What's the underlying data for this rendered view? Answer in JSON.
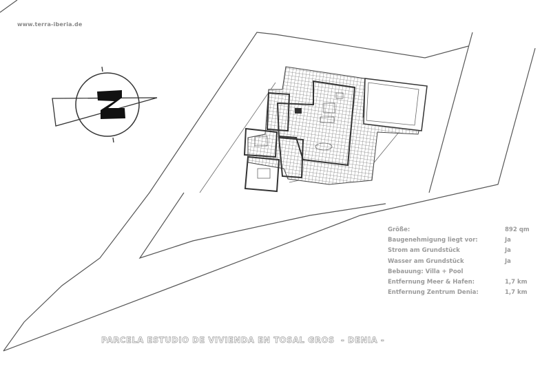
{
  "website": "www.terra-iberia.de",
  "compass": {
    "icon": "north-arrow-icon",
    "letter": "N"
  },
  "info": [
    {
      "label": "Größe:",
      "value": "892 qm"
    },
    {
      "label": "Baugenehmigung liegt vor:",
      "value": "Ja"
    },
    {
      "label": "Strom am Grundstück",
      "value": "Ja"
    },
    {
      "label": "Wasser am Grundstück",
      "value": "Ja"
    },
    {
      "label": "Bebauung:  Villa + Pool",
      "value": ""
    },
    {
      "label": "Entfernung Meer & Hafen:",
      "value": "1,7 km"
    },
    {
      "label": "Entfernung Zentrum Denia:",
      "value": "1,7 km"
    }
  ],
  "title": "PARCELA ESTUDIO DE VIVIENDA EN TOSAL GROS  - DENIA -"
}
